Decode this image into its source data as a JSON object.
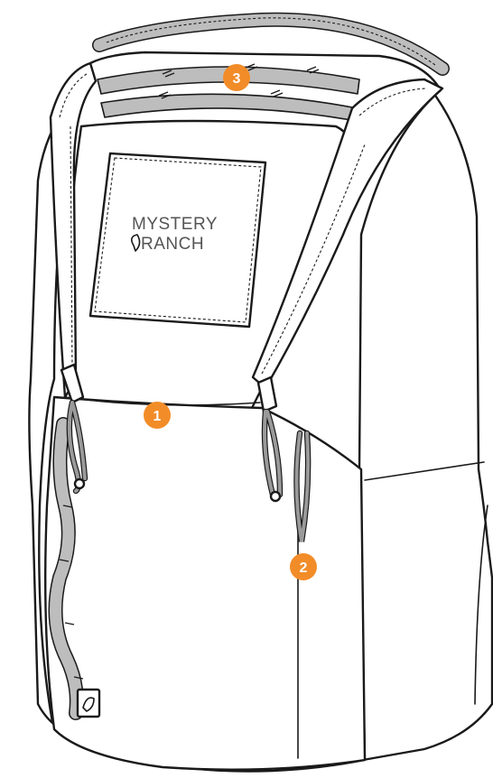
{
  "logo": {
    "line1": "MYSTERY",
    "line2": "RANCH"
  },
  "callouts": [
    {
      "id": "callout-1",
      "label": "1"
    },
    {
      "id": "callout-2",
      "label": "2"
    },
    {
      "id": "callout-3",
      "label": "3"
    }
  ],
  "colors": {
    "callout": "#f28c28",
    "webbing": "#bdbdbd",
    "outline": "#1a1a1a",
    "logo": "#555555"
  },
  "icons": {
    "brand_mark": "mystery-ranch-star-icon",
    "side_tag": "mystery-ranch-star-tag-icon"
  }
}
